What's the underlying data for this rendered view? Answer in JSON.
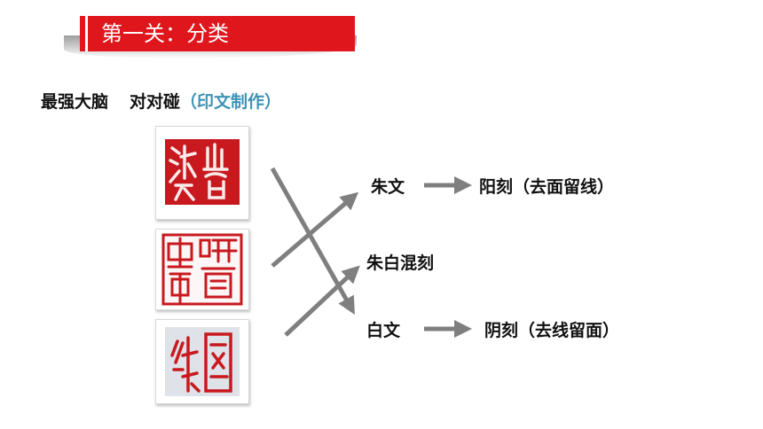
{
  "title": "第一关：分类",
  "subtitle": {
    "main_a": "最强大脑",
    "main_b": "对对碰",
    "highlight": "（印文制作）"
  },
  "seals": [
    {
      "text": "山谷洪人"
    },
    {
      "text": "解霜中禅"
    },
    {
      "text": "圆往"
    }
  ],
  "categories": {
    "zhuwen": "朱文",
    "mixed": "朱白混刻",
    "baiwen": "白文"
  },
  "definitions": {
    "zhuwen": "阳刻（去面留线）",
    "baiwen": "阴刻（去线留面）"
  },
  "colors": {
    "banner": "#e0161d",
    "highlight": "#3f93b5",
    "arrow": "#7f7f7f",
    "seal_red": "#c8191e"
  }
}
